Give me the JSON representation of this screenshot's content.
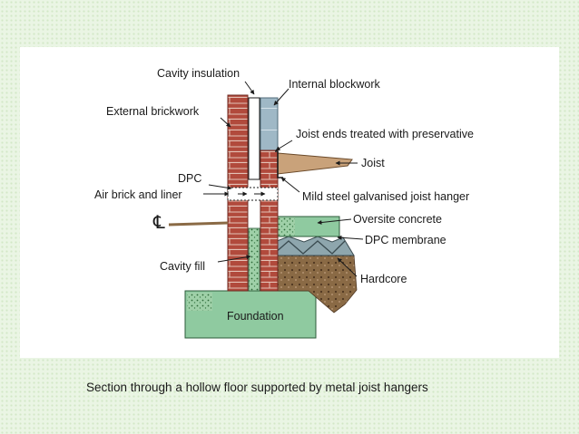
{
  "labels": {
    "cavity_insulation": "Cavity insulation",
    "internal_blockwork": "Internal blockwork",
    "external_brickwork": "External brickwork",
    "joist_ends": "Joist ends treated with preservative",
    "joist": "Joist",
    "dpc": "DPC",
    "air_brick": "Air brick and liner",
    "joist_hanger": "Mild steel galvanised joist hanger",
    "oversite_concrete": "Oversite concrete",
    "dpc_membrane": "DPC membrane",
    "cavity_fill": "Cavity fill",
    "hardcore": "Hardcore",
    "foundation": "Foundation"
  },
  "centreline_symbol": "℄",
  "caption": "Section through a hollow floor supported by metal joist hangers",
  "colors": {
    "brick": "#b14a3c",
    "mortar": "#d9b1a4",
    "blockwork": "#9fb8c6",
    "insulation": "#ffffff",
    "cavity_fill": "#a6d4a8",
    "joist": "#c9a27a",
    "concrete": "#8fcaa0",
    "foundation": "#8fcaa0",
    "membrane": "#8ea6ad",
    "hardcore": "#8a6a45",
    "ground": "#6b4a2a",
    "leader": "#1a1a1a"
  }
}
